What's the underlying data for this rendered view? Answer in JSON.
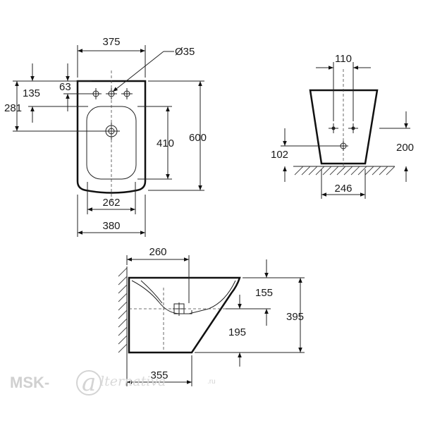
{
  "top_view": {
    "dim_top_width": "375",
    "dim_hole_diameter": "Ø35",
    "dim_63": "63",
    "dim_135": "135",
    "dim_281": "281",
    "dim_410": "410",
    "dim_600": "600",
    "dim_262": "262",
    "dim_380": "380"
  },
  "front_view": {
    "dim_110": "110",
    "dim_102": "102",
    "dim_200": "200",
    "dim_246": "246"
  },
  "side_view": {
    "dim_260": "260",
    "dim_155": "155",
    "dim_395": "395",
    "dim_195": "195",
    "dim_355": "355"
  },
  "watermark": {
    "brand": "MSK-",
    "at": "a",
    "script": "lternativa",
    "tld": ".ru"
  }
}
